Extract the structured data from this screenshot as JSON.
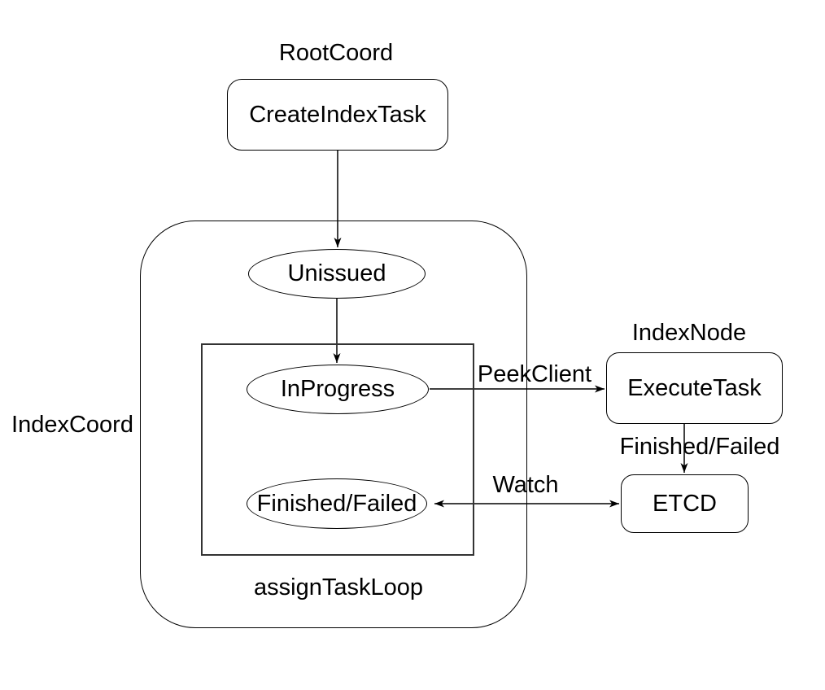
{
  "colors": {
    "background": "#ffffff",
    "stroke": "#000000",
    "text": "#000000"
  },
  "group_labels": {
    "root_coord": "RootCoord",
    "index_node": "IndexNode"
  },
  "containers": {
    "index_coord": {
      "label": "IndexCoord"
    },
    "assign_task_loop": {
      "label": "assignTaskLoop"
    }
  },
  "nodes": {
    "create_index_task": {
      "label": "CreateIndexTask",
      "shape": "rounded-rect"
    },
    "unissued": {
      "label": "Unissued",
      "shape": "ellipse"
    },
    "in_progress": {
      "label": "InProgress",
      "shape": "ellipse"
    },
    "finished_failed": {
      "label": "Finished/Failed",
      "shape": "ellipse"
    },
    "execute_task": {
      "label": "ExecuteTask",
      "shape": "rounded-rect"
    },
    "etcd": {
      "label": "ETCD",
      "shape": "rounded-rect"
    }
  },
  "edges": [
    {
      "from": "create_index_task",
      "to": "unissued",
      "label": "",
      "bidirectional": false
    },
    {
      "from": "unissued",
      "to": "in_progress",
      "label": "",
      "bidirectional": false
    },
    {
      "from": "in_progress",
      "to": "execute_task",
      "label": "PeekClient",
      "bidirectional": false
    },
    {
      "from": "execute_task",
      "to": "etcd",
      "label": "Finished/Failed",
      "bidirectional": false
    },
    {
      "from": "etcd",
      "to": "finished_failed",
      "label": "Watch",
      "bidirectional": true
    }
  ]
}
